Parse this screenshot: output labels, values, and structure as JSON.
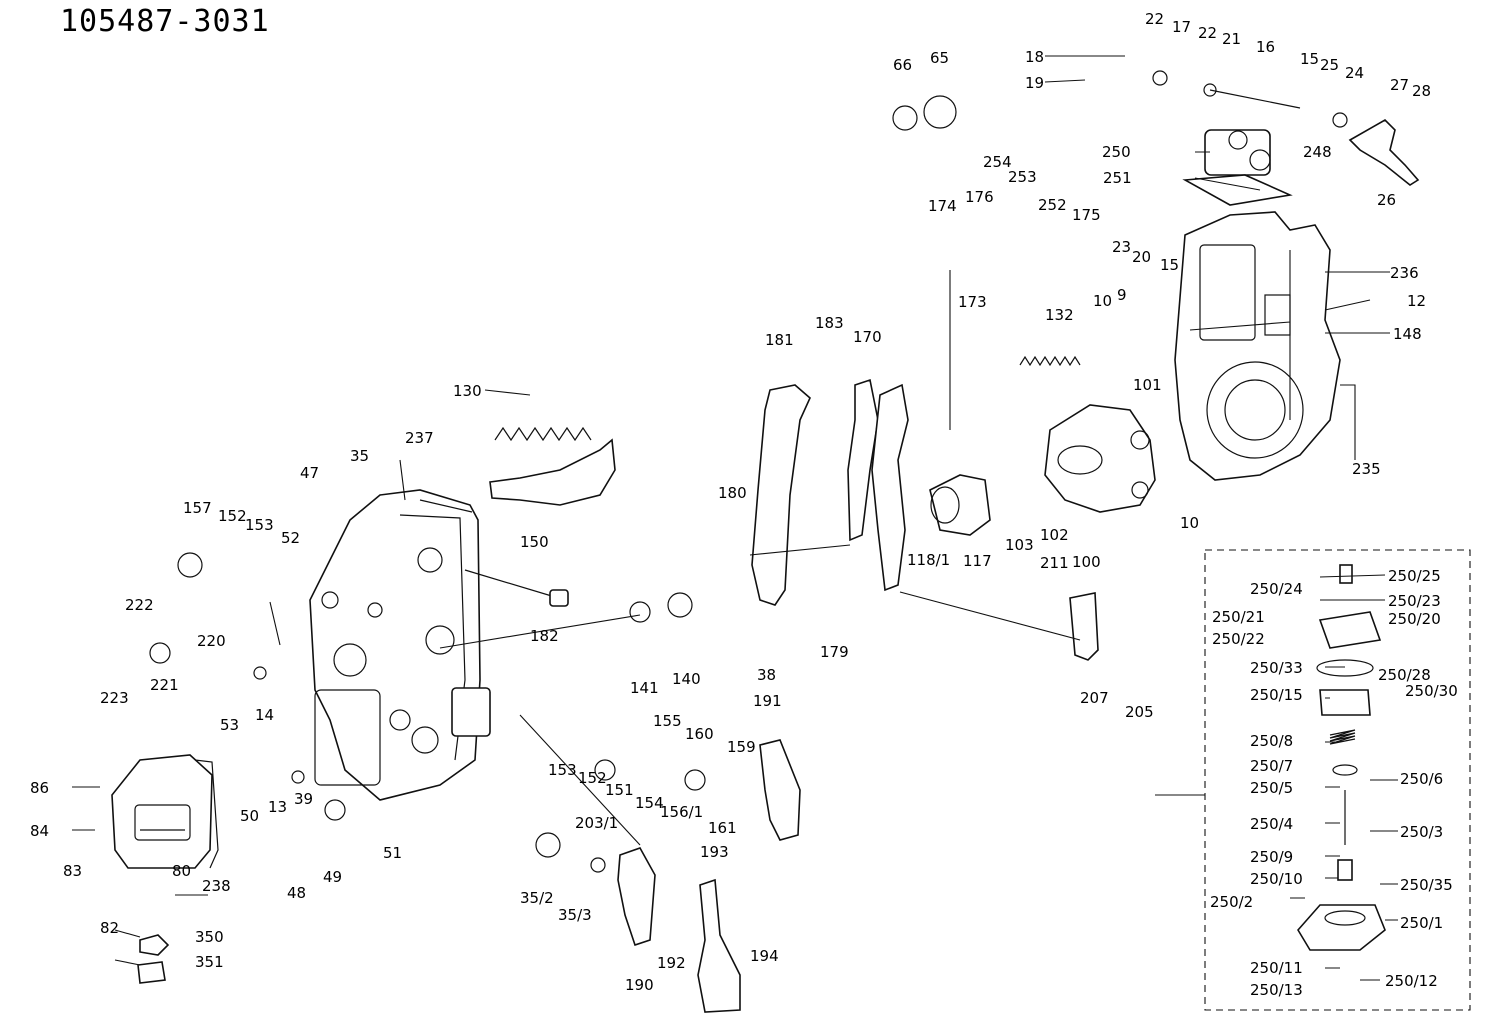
{
  "title": "105487-3031",
  "callouts": [
    "22",
    "17",
    "22",
    "21",
    "16",
    "15",
    "25",
    "24",
    "27",
    "28",
    "18",
    "19",
    "66",
    "65",
    "250",
    "251",
    "248",
    "26",
    "254",
    "253",
    "252",
    "175",
    "174",
    "176",
    "173",
    "23",
    "20",
    "15",
    "236",
    "12",
    "148",
    "132",
    "10",
    "9",
    "183",
    "170",
    "181",
    "101",
    "235",
    "130",
    "10",
    "237",
    "35",
    "47",
    "157",
    "152",
    "153",
    "52",
    "180",
    "150",
    "118/1",
    "117",
    "103",
    "102",
    "100",
    "211",
    "222",
    "220",
    "182",
    "179",
    "141",
    "140",
    "38",
    "207",
    "205",
    "223",
    "221",
    "53",
    "14",
    "191",
    "155",
    "160",
    "159",
    "153",
    "152",
    "151",
    "154",
    "156/1",
    "161",
    "86",
    "84",
    "50",
    "13",
    "39",
    "203/1",
    "193",
    "48",
    "49",
    "51",
    "83",
    "82",
    "80",
    "238",
    "35/2",
    "35/3",
    "192",
    "194",
    "190",
    "350",
    "351",
    "250/24",
    "250/25",
    "250/23",
    "250/21",
    "250/20",
    "250/22",
    "250/33",
    "250/28",
    "250/30",
    "250/15",
    "250/8",
    "250/7",
    "250/6",
    "250/5",
    "250/4",
    "250/3",
    "250/9",
    "250/10",
    "250/35",
    "250/2",
    "250/1",
    "250/11",
    "250/12",
    "250/13"
  ]
}
